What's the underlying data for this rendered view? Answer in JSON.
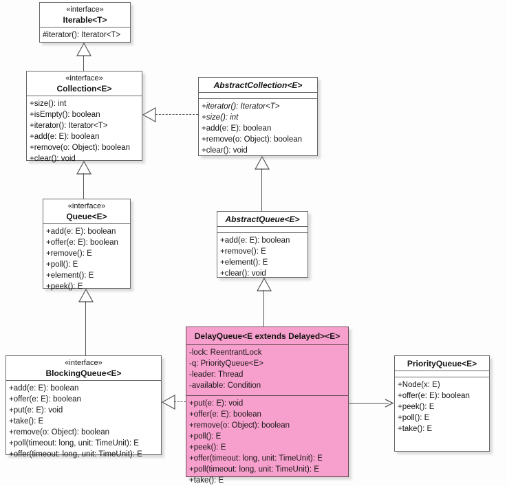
{
  "colors": {
    "box_fill": "#ffffff",
    "box_border": "#676767",
    "highlight_fill": "#f8a0cd",
    "highlight_border": "#6b4a58",
    "connector": "#555555"
  },
  "classes": {
    "iterable": {
      "stereotype": "«interface»",
      "name": "Iterable<T>",
      "methods": [
        "#iterator(): Iterator<T>"
      ]
    },
    "collection": {
      "stereotype": "«interface»",
      "name": "Collection<E>",
      "methods": [
        "+size(): int",
        "+isEmpty(): boolean",
        "+iterator(): Iterator<T>",
        "+add(e: E): boolean",
        "+remove(o: Object): boolean",
        "+clear(): void"
      ]
    },
    "abstractCollection": {
      "name": "AbstractCollection<E>",
      "abstract": true,
      "methods": [
        {
          "text": "+iterator(): Iterator<T>",
          "italic": true
        },
        {
          "text": "+size(): int",
          "italic": true
        },
        "+add(e: E): boolean",
        "+remove(o: Object): boolean",
        "+clear(): void"
      ]
    },
    "queue": {
      "stereotype": "«interface»",
      "name": "Queue<E>",
      "methods": [
        "+add(e: E): boolean",
        "+offer(e: E): boolean",
        "+remove(): E",
        "+poll(): E",
        "+element(): E",
        "+peek(): E"
      ]
    },
    "abstractQueue": {
      "name": "AbstractQueue<E>",
      "abstract": true,
      "methods": [
        "+add(e: E): boolean",
        "+remove(): E",
        "+element(): E",
        "+clear(): void"
      ]
    },
    "blockingQueue": {
      "stereotype": "«interface»",
      "name": "BlockingQueue<E>",
      "methods": [
        "+add(e: E): boolean",
        "+offer(e: E): boolean",
        "+put(e: E): void",
        "+take(): E",
        "+remove(o: Object): boolean",
        "+poll(timeout: long, unit: TimeUnit): E",
        "+offer(timeout: long, unit: TimeUnit): E"
      ]
    },
    "delayQueue": {
      "name": "DelayQueue<E extends Delayed><E>",
      "highlighted": true,
      "attributes": [
        "-lock: ReentrantLock",
        "-q: PriorityQueue<E>",
        "-leader: Thread",
        "-available: Condition"
      ],
      "methods": [
        "+put(e: E): void",
        "+offer(e: E): boolean",
        "+remove(o: Object): boolean",
        "+poll(): E",
        "+peek(): E",
        "+offer(timeout: long, unit: TimeUnit): E",
        "+poll(timeout: long, unit: TimeUnit): E",
        "+take(): E"
      ]
    },
    "priorityQueue": {
      "name": "PriorityQueue<E>",
      "methods": [
        "+Node(x: E)",
        "+offer(e: E): boolean",
        "+peek(): E",
        "+poll(): E",
        "+take(): E"
      ]
    }
  },
  "connectors": [
    {
      "type": "generalization",
      "from": "Collection<E>",
      "to": "Iterable<T>"
    },
    {
      "type": "realization",
      "from": "AbstractCollection<E>",
      "to": "Collection<E>"
    },
    {
      "type": "generalization",
      "from": "Queue<E>",
      "to": "Collection<E>"
    },
    {
      "type": "generalization",
      "from": "AbstractQueue<E>",
      "to": "AbstractCollection<E>"
    },
    {
      "type": "generalization",
      "from": "BlockingQueue<E>",
      "to": "Queue<E>"
    },
    {
      "type": "generalization",
      "from": "DelayQueue<E extends Delayed><E>",
      "to": "AbstractQueue<E>"
    },
    {
      "type": "realization",
      "from": "DelayQueue<E extends Delayed><E>",
      "to": "BlockingQueue<E>"
    },
    {
      "type": "directed-association",
      "from": "DelayQueue<E extends Delayed><E>",
      "to": "PriorityQueue<E>"
    }
  ]
}
